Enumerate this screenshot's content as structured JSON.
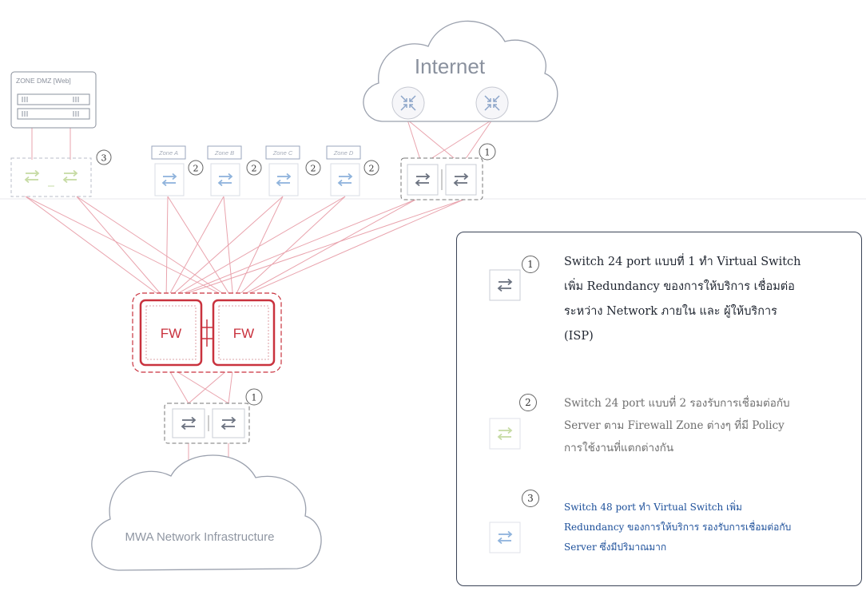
{
  "cloud_top_label": "Internet",
  "cloud_bottom_label": "MWA Network Infrastructure",
  "dmz_label": "ZONE DMZ [Web]",
  "zones": [
    "Zone A",
    "Zone B",
    "Zone C",
    "Zone D"
  ],
  "fw_label": "FW",
  "switch_numbers": {
    "type1": "1",
    "type2": "2",
    "type3": "3"
  },
  "legend": {
    "item1": {
      "number": "1",
      "text": "Switch 24 port แบบที่ 1 ทำ Virtual Switch เพิ่ม Redundancy ของการให้บริการ เชื่อมต่อระหว่าง Network ภายใน และ ผู้ให้บริการ (ISP)"
    },
    "item2": {
      "number": "2",
      "text": "Switch 24 port แบบที่ 2 รองรับการเชื่อมต่อกับ Server ตาม Firewall Zone ต่างๆ ที่มี Policy การใช้งานที่แตกต่างกัน"
    },
    "item3": {
      "number": "3",
      "text": "Switch 48 port ทำ Virtual Switch เพิ่ม Redundancy ของการให้บริการ รองรับการเชื่อมต่อกับ Server ซึ่งมีปริมาณมาก"
    }
  },
  "colors": {
    "link": "#e9a3ad",
    "firewall": "#c9323e",
    "switch_type1": "#6b7280",
    "switch_type2": "#8fb3dc",
    "switch_type3": "#c6dba4",
    "legend_text_1": "#1f2530",
    "legend_text_2": "#6f6f6f",
    "legend_text_3": "#1c4f9a"
  },
  "icons": [
    "switch-icon",
    "router-icon",
    "cloud-icon",
    "server-rack-icon",
    "firewall-icon"
  ]
}
